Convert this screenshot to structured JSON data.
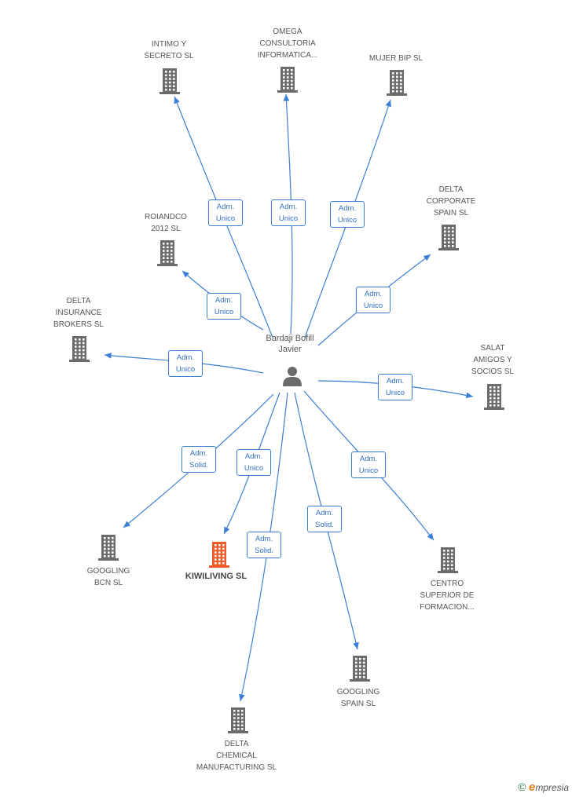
{
  "center": {
    "name": "Bardaji Bofill\nJavier",
    "icon": "person-icon"
  },
  "colors": {
    "edge": "#3b7fd6",
    "company": "#6b6b6b",
    "focus": "#f05a28"
  },
  "companies": [
    {
      "id": "intimo",
      "name": "INTIMO Y\nSECRETO SL",
      "role": "Adm.\nUnico"
    },
    {
      "id": "omega",
      "name": "OMEGA\nCONSULTORIA\nINFORMATICA...",
      "role": "Adm.\nUnico"
    },
    {
      "id": "mujer",
      "name": "MUJER BIP SL",
      "role": "Adm.\nUnico"
    },
    {
      "id": "roiandco",
      "name": "ROIANDCO\n2012 SL",
      "role": "Adm.\nUnico"
    },
    {
      "id": "delta-corp",
      "name": "DELTA\nCORPORATE\nSPAIN SL",
      "role": "Adm.\nUnico"
    },
    {
      "id": "delta-ins",
      "name": "DELTA\nINSURANCE\nBROKERS  SL",
      "role": "Adm.\nUnico"
    },
    {
      "id": "salat",
      "name": "SALAT\nAMIGOS Y\nSOCIOS SL",
      "role": "Adm.\nUnico"
    },
    {
      "id": "googling-bcn",
      "name": "GOOGLING\nBCN SL",
      "role": "Adm.\nSolid."
    },
    {
      "id": "kiwiliving",
      "name": "KIWILIVING SL",
      "role": "Adm.\nUnico",
      "focus": true
    },
    {
      "id": "delta-chem",
      "name": "DELTA\nCHEMICAL\nMANUFACTURING SL",
      "role": "Adm.\nSolid."
    },
    {
      "id": "googling-spain",
      "name": "GOOGLING\nSPAIN SL",
      "role": "Adm.\nSolid."
    },
    {
      "id": "centro",
      "name": "CENTRO\nSUPERIOR DE\nFORMACION...",
      "role": "Adm.\nUnico"
    }
  ],
  "footer": {
    "copyright": "©",
    "brand_e": "e",
    "brand_rest": "mpresia"
  }
}
